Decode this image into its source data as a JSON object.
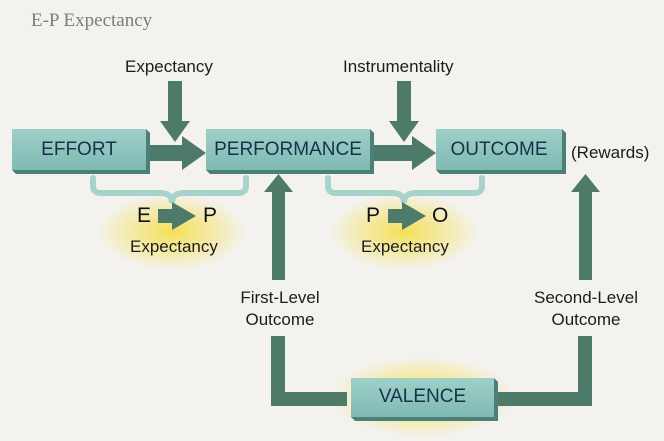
{
  "title": "E-P Expectancy",
  "nodes": {
    "effort": "EFFORT",
    "performance": "PERFORMANCE",
    "outcome": "OUTCOME",
    "valence": "VALENCE"
  },
  "labels": {
    "rewards": "(Rewards)",
    "expectancy_top": "Expectancy",
    "instrumentality": "Instrumentality",
    "first_level_line1": "First-Level",
    "first_level_line2": "Outcome",
    "second_level_line1": "Second-Level",
    "second_level_line2": "Outcome"
  },
  "ep": {
    "from": "E",
    "to": "P",
    "label": "Expectancy"
  },
  "po": {
    "from": "P",
    "to": "O",
    "label": "Expectancy"
  },
  "colors": {
    "box_fill": "#86c2bb",
    "arrow": "#4e7a6a",
    "bracket": "#a8d2cc",
    "glow": "#f3dc3a"
  }
}
